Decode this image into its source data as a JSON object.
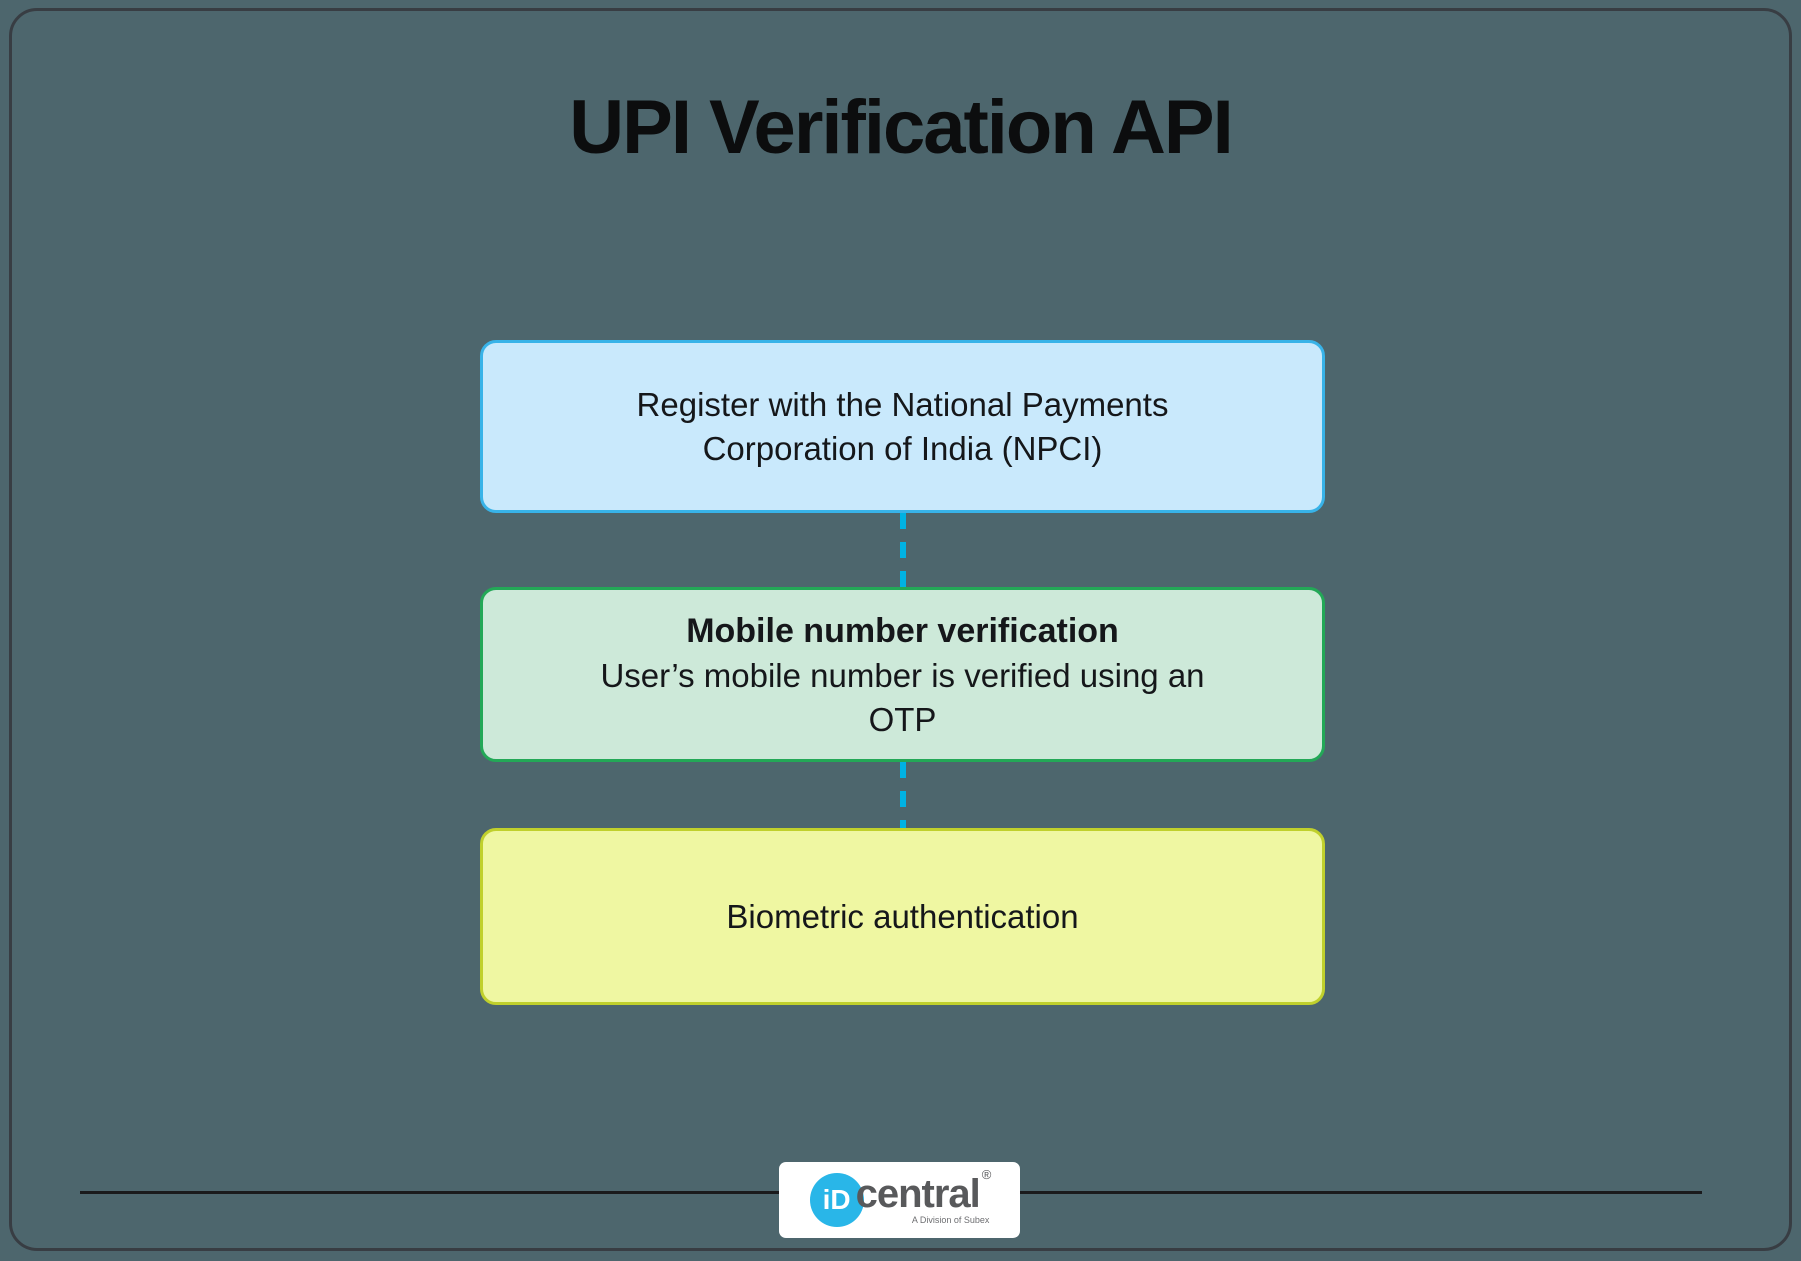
{
  "page": {
    "background_color": "#4d666d",
    "frame_border_color": "#383d43",
    "title": "UPI Verification API"
  },
  "flow": {
    "connector_color": "#00b2e3",
    "steps": [
      {
        "id": "register-npci",
        "lines": [
          "Register with the National Payments",
          "Corporation of India (NPCI)"
        ],
        "fill_color": "#c9e9fc",
        "border_color": "#38b3e8"
      },
      {
        "id": "mobile-number-verification",
        "heading": "Mobile number verification",
        "lines": [
          "User’s mobile number is verified using an",
          "OTP"
        ],
        "fill_color": "#cde9d9",
        "border_color": "#23a857"
      },
      {
        "id": "biometric-authentication",
        "lines": [
          "Biometric authentication"
        ],
        "fill_color": "#eff7a2",
        "border_color": "#c0d02c"
      }
    ]
  },
  "footer": {
    "divider_color": "#1a1a1c",
    "logo": {
      "icon": "iD",
      "brand": "central",
      "registered": "®",
      "tagline": "A Division of Subex",
      "icon_color": "#29b6e8",
      "brand_color": "#58595b"
    }
  }
}
